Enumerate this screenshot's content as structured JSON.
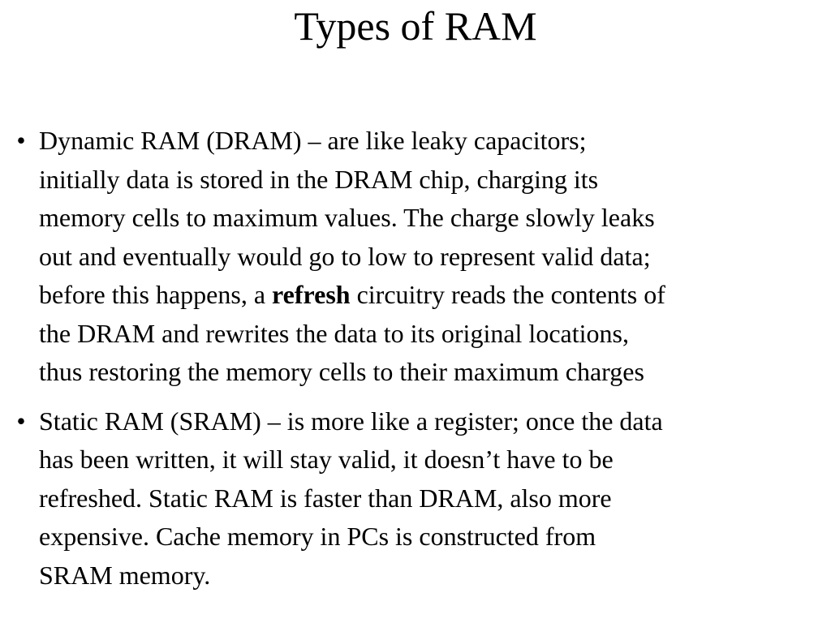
{
  "slide": {
    "title": "Types of RAM",
    "bullets": [
      {
        "marker": "•",
        "lines": [
          "Dynamic RAM (DRAM) – are like leaky capacitors;",
          "initially data is stored in the DRAM chip, charging its",
          "memory cells to maximum values. The charge slowly leaks",
          "out and eventually would go to low to represent valid data;"
        ],
        "line5_before": "before this happens, a ",
        "line5_bold": "refresh",
        "line5_after": " circuitry reads the contents of",
        "lines_after": [
          "the DRAM and rewrites the data to its original locations,",
          "thus restoring the memory cells to their maximum charges"
        ]
      },
      {
        "marker": "•",
        "lines": [
          "Static RAM (SRAM) – is more like a register; once the data",
          "has been written, it will stay valid, it doesn’t have to be",
          "refreshed. Static RAM is faster than DRAM, also more",
          "expensive. Cache memory in PCs is constructed from",
          "SRAM memory."
        ]
      }
    ]
  }
}
